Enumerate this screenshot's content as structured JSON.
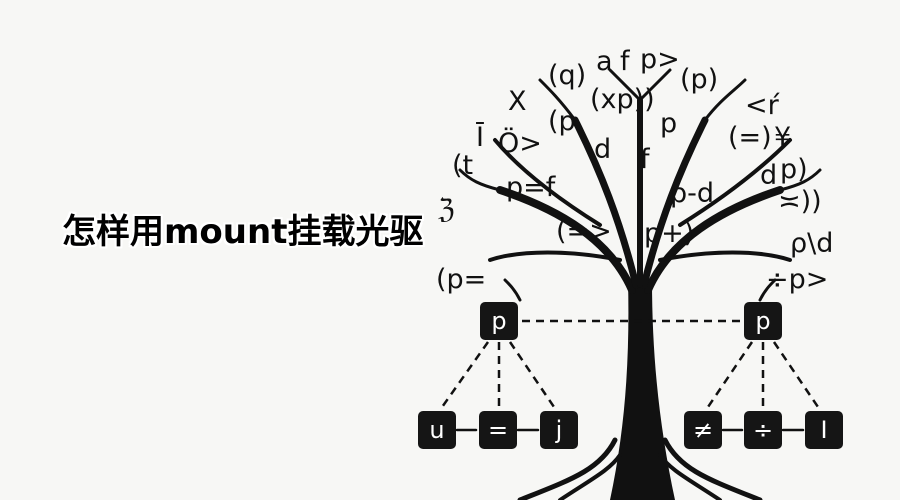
{
  "title": "怎样用mount挂载光驱",
  "symbols": [
    "(q)",
    "a",
    "f",
    "p>",
    "X",
    "(xp))",
    "(p)",
    "(p",
    "p",
    "<ŕ",
    "Ī",
    "Ö>",
    "d",
    "f",
    "(=)",
    "¥",
    "(t",
    "p=f",
    "p-d",
    "d",
    "p)",
    "ℨ",
    "(=>",
    "p+)",
    "≍))",
    "ρ\\d",
    "(p=",
    "÷p>"
  ],
  "nodes": {
    "top": [
      "p",
      "p"
    ],
    "left_children": [
      "u",
      "=",
      "j"
    ],
    "right_children": [
      "≠",
      "÷",
      "I"
    ]
  },
  "colors": {
    "ink": "#151515",
    "background": "#f7f7f5"
  }
}
